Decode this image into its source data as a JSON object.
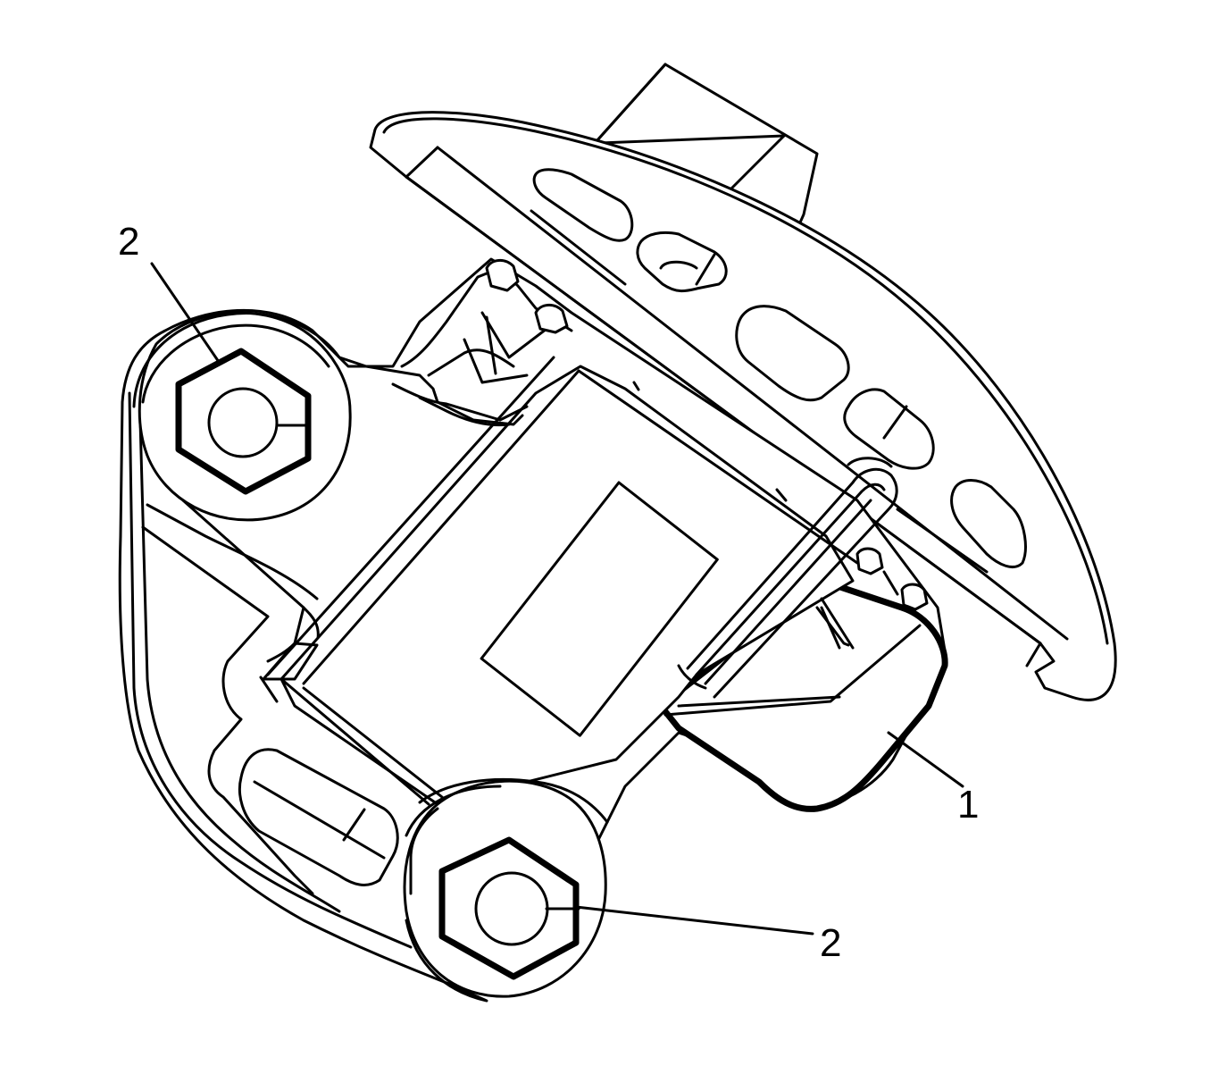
{
  "diagram": {
    "callouts": [
      {
        "id": "c1",
        "label": "1"
      },
      {
        "id": "c2a",
        "label": "2"
      },
      {
        "id": "c2b",
        "label": "2"
      }
    ],
    "colors": {
      "line": "#000000",
      "background": "#ffffff"
    }
  }
}
